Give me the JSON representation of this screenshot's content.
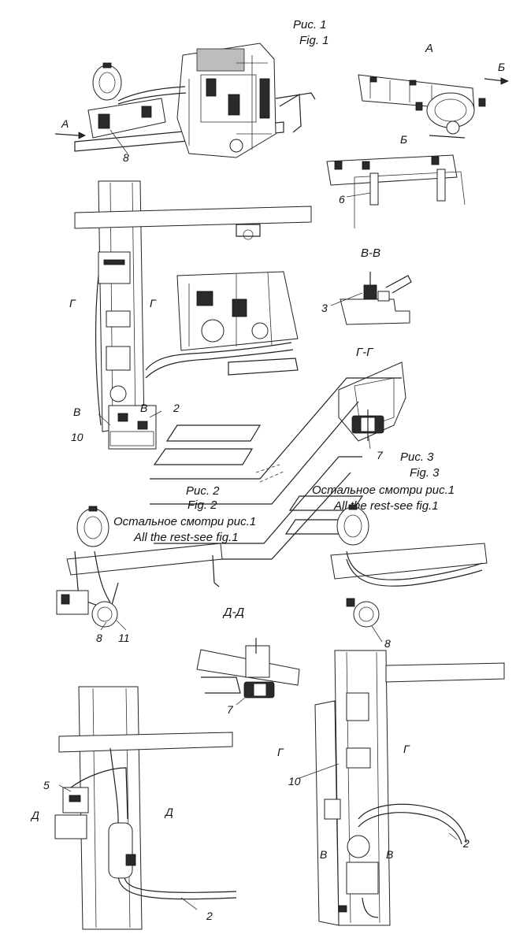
{
  "captions": {
    "fig1_ru": "Рис. 1",
    "fig1_en": "Fig. 1",
    "fig2_ru": "Рис. 2",
    "fig2_en": "Fig. 2",
    "fig2_note_ru": "Остальное смотри рис.1",
    "fig2_note_en": "All the rest-see fig.1",
    "fig3_ru": "Рис. 3",
    "fig3_en": "Fig. 3",
    "fig3_note_ru": "Остальное смотри рис.1",
    "fig3_note_en": "All the rest-see fig.1"
  },
  "views": {
    "a_top": "А",
    "a_arrow": "А",
    "b_arrow": "Б",
    "b_view": "Б",
    "vv": "В-В",
    "gg": "Г-Г",
    "dd": "Д-Д",
    "g_left": "Г",
    "g_right": "Г",
    "v_left": "В",
    "v_right": "В",
    "g_left3": "Г",
    "g_right3": "Г",
    "v_left3": "В",
    "v_right3": "В",
    "d_left": "Д",
    "d_right": "Д"
  },
  "callouts": {
    "c8_fig1": "8",
    "c6": "6",
    "c3": "3",
    "c2_fig1": "2",
    "c10_fig1": "10",
    "c7_gg": "7",
    "c8_fig2": "8",
    "c11": "11",
    "c7_dd": "7",
    "c8_fig3": "8",
    "c5": "5",
    "c2_fig2": "2",
    "c10_fig3": "10",
    "c2_fig3": "2"
  }
}
